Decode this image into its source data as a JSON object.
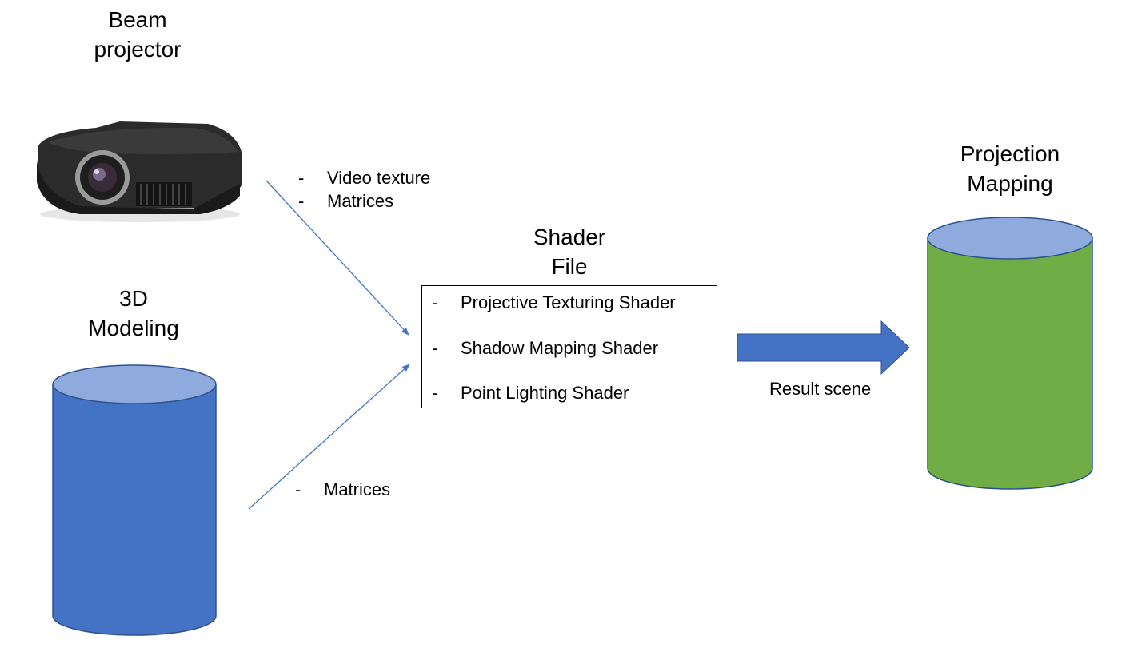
{
  "nodes": {
    "beam_projector": {
      "title_line1": "Beam",
      "title_line2": "projector"
    },
    "modeling_3d": {
      "title_line1": "3D",
      "title_line2": "Modeling",
      "fill": "#4472C4",
      "top_fill": "#8FAADC"
    },
    "shader_file": {
      "title_line1": "Shader",
      "title_line2": "File",
      "items": [
        "Projective Texturing Shader",
        "Shadow Mapping Shader",
        "Point Lighting Shader"
      ]
    },
    "projection_mapping": {
      "title_line1": "Projection",
      "title_line2": "Mapping",
      "fill": "#70AD47",
      "top_fill": "#8FAADC"
    }
  },
  "edges": {
    "projector_to_shader": {
      "items": [
        "Video texture",
        "Matrices"
      ]
    },
    "modeling_to_shader": {
      "items": [
        "Matrices"
      ]
    },
    "shader_to_result": {
      "label": "Result scene",
      "color": "#4472C4"
    }
  },
  "bullet": "-"
}
